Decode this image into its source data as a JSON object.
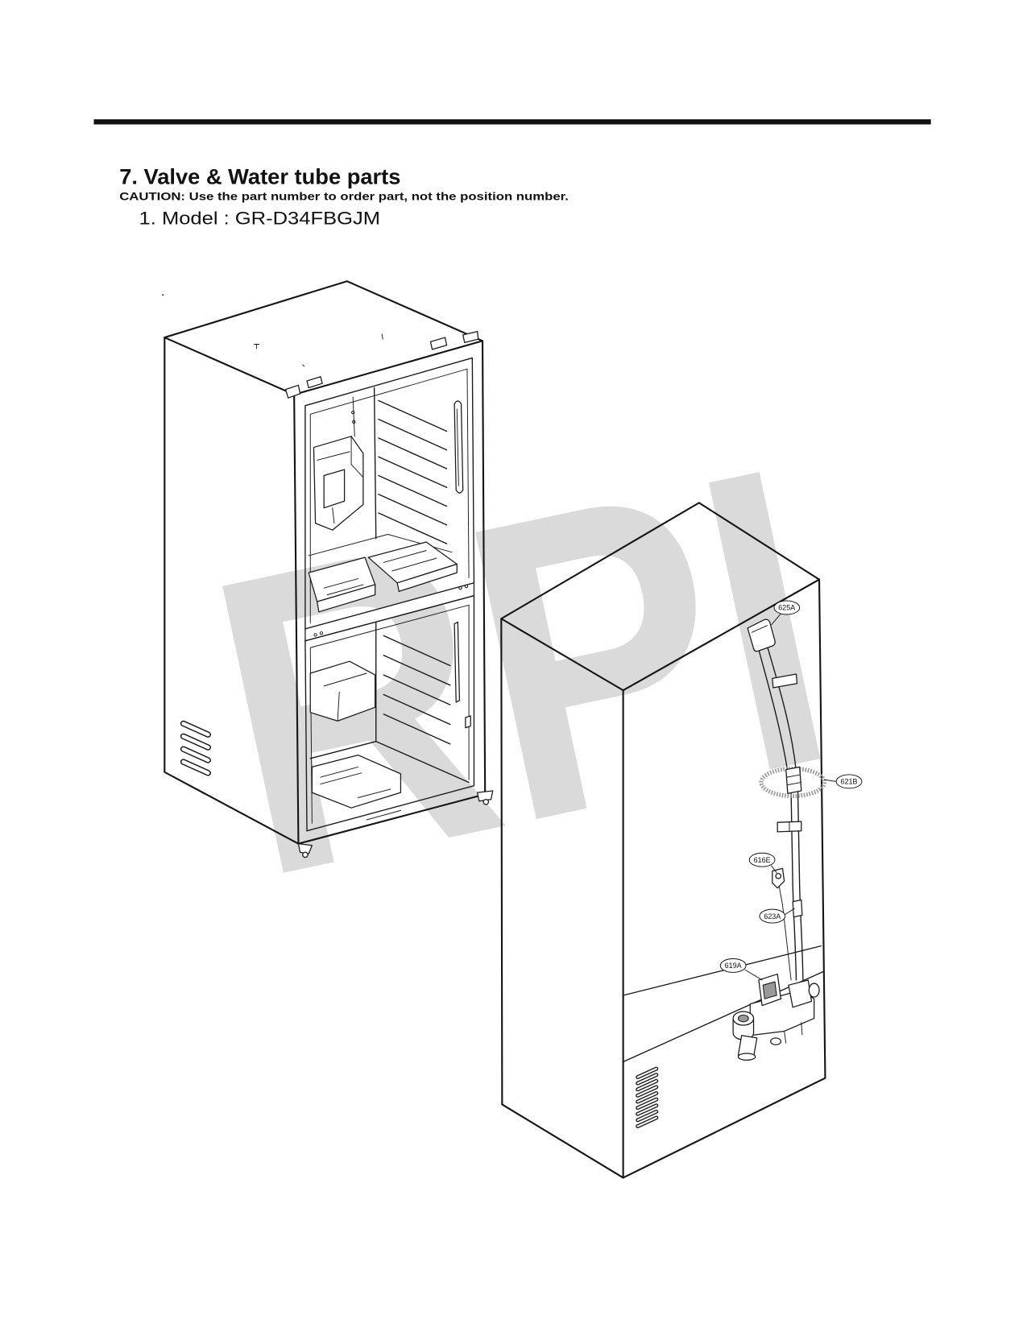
{
  "section": {
    "title": "7. Valve & Water tube parts",
    "caution": "CAUTION: Use the part number to order part, not the position number.",
    "model": "1. Model : GR-D34FBGJM"
  },
  "watermark": "RPI",
  "callouts": [
    "625A",
    "621B",
    "616E",
    "623A",
    "619A"
  ],
  "colors": {
    "ink": "#1a1a1a",
    "watermark": "#dadada",
    "highlight_ring": "#9a9a9a"
  }
}
